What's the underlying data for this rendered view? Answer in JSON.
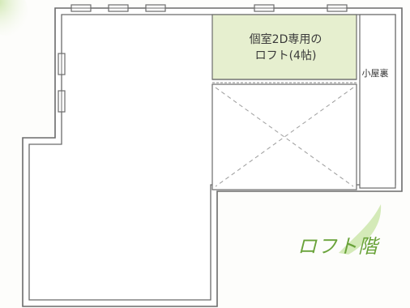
{
  "plan": {
    "room_label_line1": "個室2D専用の",
    "room_label_line2": "ロフト(4帖)",
    "attic_label": "小屋裏",
    "floor_title": "ロフト階"
  },
  "colors": {
    "wall": "#6b6b6b",
    "loft_fill": "#e6efcf",
    "background": "#fdfdfb",
    "leaf": "#9fcf6a",
    "title_green": "#6aa33a"
  }
}
